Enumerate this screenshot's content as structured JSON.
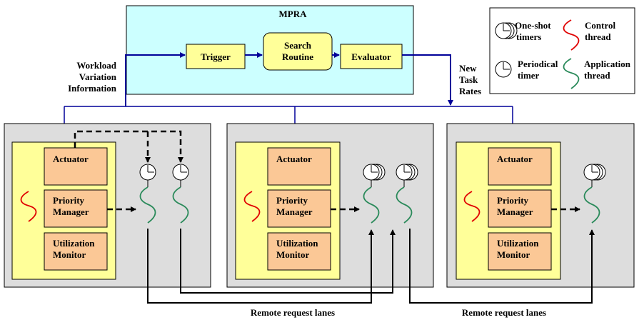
{
  "mpra": {
    "title": "MPRA",
    "trigger": "Trigger",
    "search_line1": "Search",
    "search_line2": "Routine",
    "evaluator": "Evaluator"
  },
  "labels": {
    "workload_line1": "Workload",
    "workload_line2": "Variation",
    "workload_line3": "Information",
    "rates_line1": "New",
    "rates_line2": "Task",
    "rates_line3": "Rates",
    "lanes_left": "Remote request lanes",
    "lanes_right": "Remote request lanes"
  },
  "node": {
    "actuator": "Actuator",
    "priority_line1": "Priority",
    "priority_line2": "Manager",
    "util_line1": "Utilization",
    "util_line2": "Monitor"
  },
  "legend": {
    "oneshot_line1": "One-shot",
    "oneshot_line2": "timers",
    "control_line1": "Control",
    "control_line2": "thread",
    "periodic_line1": "Periodical",
    "periodic_line2": "timer",
    "app_line1": "Application",
    "app_line2": "thread"
  },
  "colors": {
    "mpra_bg": "#ccffff",
    "module_bg": "#ffff99",
    "component_bg": "#fbc896",
    "node_bg": "#dddddd",
    "link_line": "#000099",
    "control_thread": "#e00000",
    "application_thread": "#2a8a5a"
  }
}
